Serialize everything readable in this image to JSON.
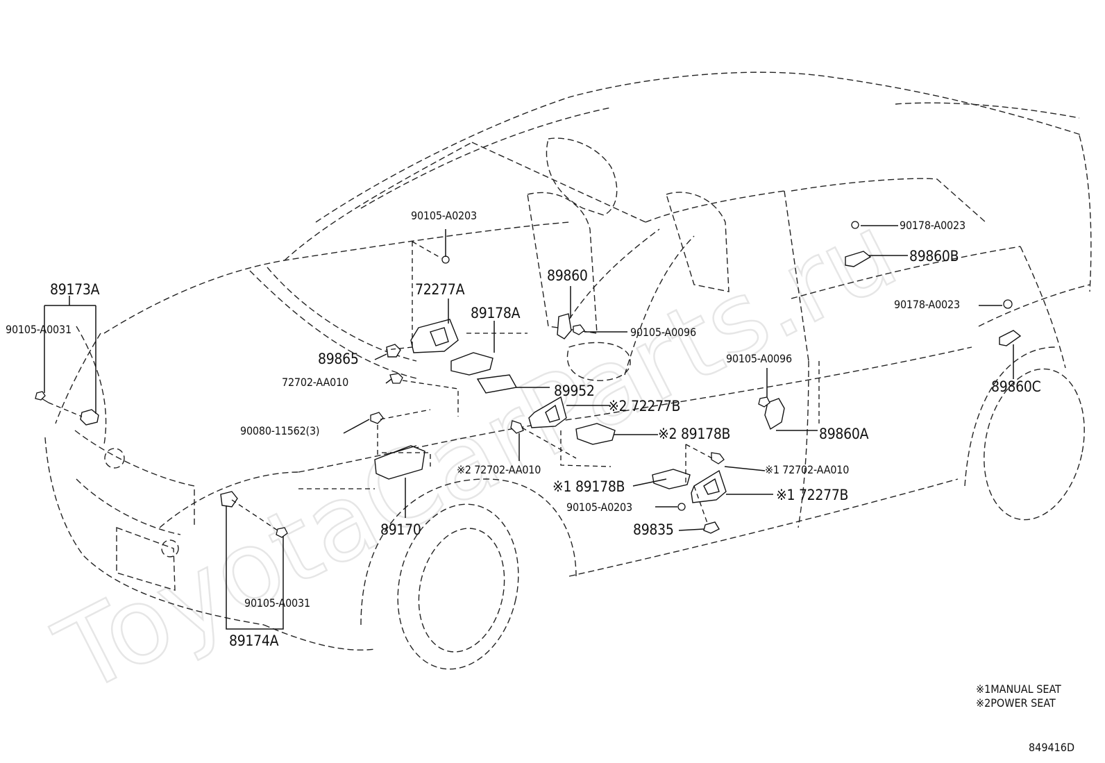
{
  "watermark": "ToyotaCarParts.ru",
  "diagram_id": "849416D",
  "notes": [
    {
      "mark": "※1",
      "text": "MANUAL SEAT"
    },
    {
      "mark": "※2",
      "text": "POWER SEAT"
    }
  ],
  "callouts": {
    "p89173A": "89173A",
    "p90105A0031_l": "90105-A0031",
    "p90105A0203_t": "90105-A0203",
    "p72277A": "72277A",
    "p89178A": "89178A",
    "p89860": "89860",
    "p90105A0096_t": "90105-A0096",
    "p89865": "89865",
    "p72702AA010_l": "72702-AA010",
    "p89952": "89952",
    "p72277B_2": "※2 72277B",
    "p90080": "90080-11562(3)",
    "p89178B_2": "※2 89178B",
    "p72702AA010_2": "※2 72702-AA010",
    "p89178B_1": "※1 89178B",
    "p90105A0203_b": "90105-A0203",
    "p89835": "89835",
    "p89170": "89170",
    "p90105A0031_b": "90105-A0031",
    "p89174A": "89174A",
    "p90105A0096_r": "90105-A0096",
    "p89860A": "89860A",
    "p72702AA010_1": "※1 72702-AA010",
    "p72277B_1": "※1 72277B",
    "p90178A0023_t": "90178-A0023",
    "p89860B": "89860B",
    "p90178A0023_r": "90178-A0023",
    "p89860C": "89860C"
  }
}
